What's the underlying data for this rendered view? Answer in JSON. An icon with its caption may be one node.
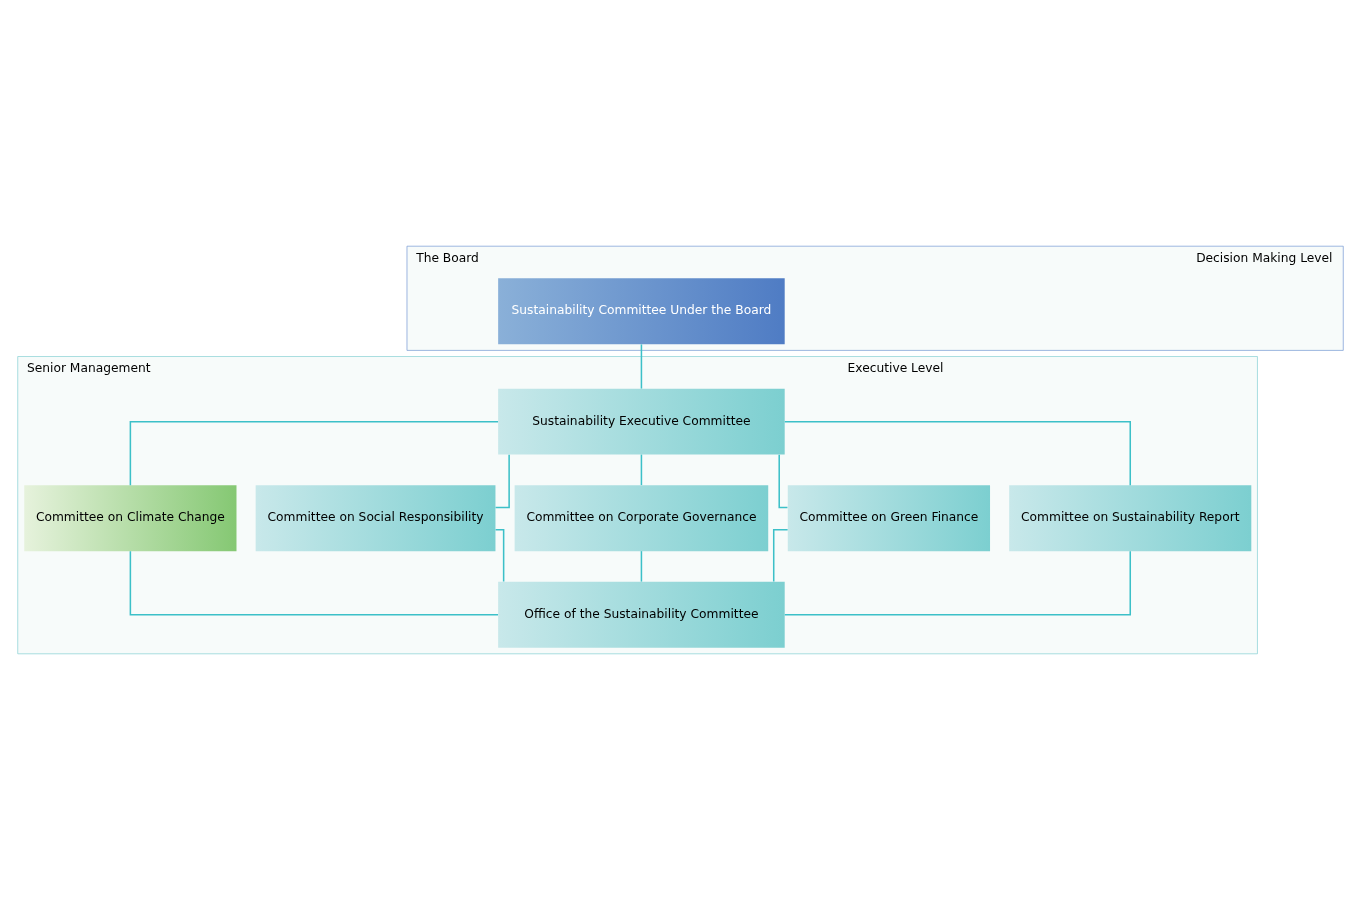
{
  "diagram": {
    "nodes": [
      {
        "text": [
          "The Board",
          "Decision Making Level"
        ]
      },
      {
        "text": [
          "Sustainability Committee Under the Board"
        ],
        "in": 0
      },
      {
        "text": [
          "Senior Management",
          "Executive Level"
        ]
      },
      {
        "text": [
          "Sustainability Executive Committee"
        ],
        "in": 2
      },
      {
        "text": [
          "Committee on Climate Change"
        ],
        "in": 2
      },
      {
        "text": [
          "Committee on Social Responsibility"
        ],
        "in": 2
      },
      {
        "text": [
          "Committee on Corporate Governance"
        ],
        "in": 2
      },
      {
        "text": [
          "Committee on Green Finance"
        ],
        "in": 2
      },
      {
        "text": [
          "Committee on Sustainability Report"
        ],
        "in": 2
      },
      {
        "text": [
          "Office of the Sustainability Committee"
        ],
        "in": 2
      }
    ],
    "edges": [
      {
        "from": 1,
        "to": 3,
        "arrow": "none"
      },
      {
        "from": 3,
        "to": 4,
        "arrow": "none"
      },
      {
        "from": 3,
        "to": 5,
        "arrow": "none"
      },
      {
        "from": 3,
        "to": 6,
        "arrow": "none"
      },
      {
        "from": 3,
        "to": 7,
        "arrow": "none"
      },
      {
        "from": 3,
        "to": 8,
        "arrow": "none"
      },
      {
        "from": 4,
        "to": 9,
        "arrow": "none"
      },
      {
        "from": 5,
        "to": 9,
        "arrow": "none"
      },
      {
        "from": 6,
        "to": 9,
        "arrow": "none"
      },
      {
        "from": 7,
        "to": 9,
        "arrow": "none"
      },
      {
        "from": 8,
        "to": 9,
        "arrow": "none"
      }
    ]
  }
}
